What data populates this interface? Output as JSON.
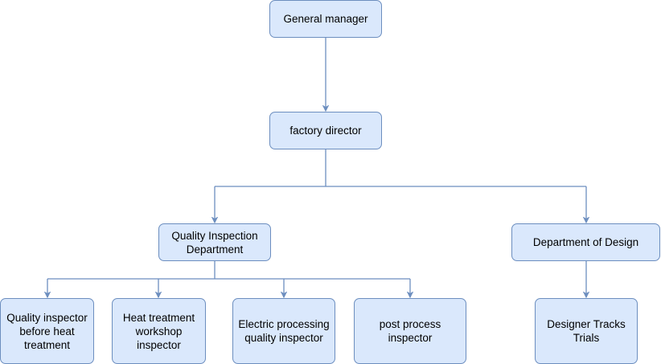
{
  "colors": {
    "node_fill": "#dae8fc",
    "node_border": "#6c8ebf",
    "connector": "#6c8ebf",
    "text": "#000000"
  },
  "nodes": {
    "general_manager": "General manager",
    "factory_director": "factory director",
    "quality_inspection_dept": "Quality Inspection\nDepartment",
    "design_dept": "Department of Design",
    "qi_before_heat": "Quality inspector\nbefore heat\ntreatment",
    "heat_treatment_inspector": "Heat treatment\nworkshop\ninspector",
    "electric_processing_inspector": "Electric processing\nquality inspector",
    "post_process_inspector": "post process\ninspector",
    "designer_tracks_trials": "Designer Tracks\nTrials"
  }
}
